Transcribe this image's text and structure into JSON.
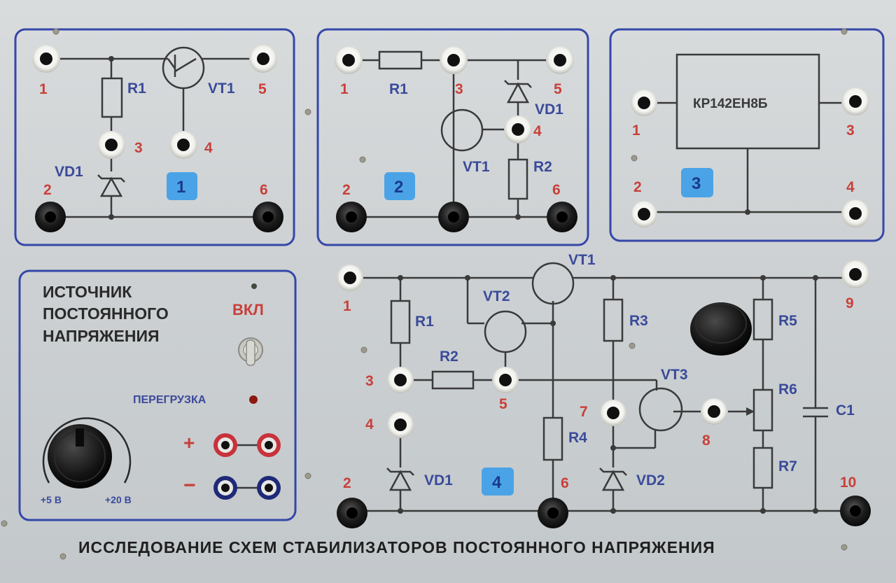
{
  "panel_title": "ИССЛЕДОВАНИЕ СХЕМ СТАБИЛИЗАТОРОВ ПОСТОЯННОГО НАПРЯЖЕНИЯ",
  "module1": {
    "badge": "1",
    "terminals": [
      "1",
      "2",
      "3",
      "4",
      "5",
      "6"
    ],
    "components": {
      "r1": "R1",
      "vt1": "VT1",
      "vd1": "VD1"
    }
  },
  "module2": {
    "badge": "2",
    "terminals": [
      "1",
      "2",
      "3",
      "4",
      "5",
      "6"
    ],
    "components": {
      "r1": "R1",
      "r2": "R2",
      "vt1": "VT1",
      "vd1": "VD1"
    }
  },
  "module3": {
    "badge": "3",
    "terminals": [
      "1",
      "2",
      "3",
      "4"
    ],
    "chip": "КР142ЕН8Б"
  },
  "module4": {
    "badge": "4",
    "terminals": [
      "1",
      "2",
      "3",
      "4",
      "5",
      "6",
      "7",
      "8",
      "9",
      "10"
    ],
    "components": {
      "vt1": "VT1",
      "vt2": "VT2",
      "vt3": "VT3",
      "r1": "R1",
      "r2": "R2",
      "r3": "R3",
      "r4": "R4",
      "r5": "R5",
      "r6": "R6",
      "r7": "R7",
      "c1": "C1",
      "vd1": "VD1",
      "vd2": "VD2"
    }
  },
  "power_supply": {
    "title_lines": [
      "ИСТОЧНИК",
      "ПОСТОЯННОГО",
      "НАПРЯЖЕНИЯ"
    ],
    "switch_label": "ВКЛ",
    "overload_label": "ПЕРЕГРУЗКА",
    "plus": "+",
    "minus": "−",
    "range_min": "+5 В",
    "range_max": "+20 В"
  },
  "colors": {
    "frame": "#3547a8",
    "wire": "#3a3a3a",
    "terminal_numbers": "#c8403a",
    "component_names": "#3a4a9a",
    "badge": "#4aa3e6",
    "led": "#8a1a10",
    "jack_red": "#c8323c",
    "jack_blue": "#1e2a78"
  },
  "icons": {
    "toggle_switch": "toggle-switch-icon",
    "knob": "rotary-knob-icon",
    "led": "indicator-led-icon"
  }
}
